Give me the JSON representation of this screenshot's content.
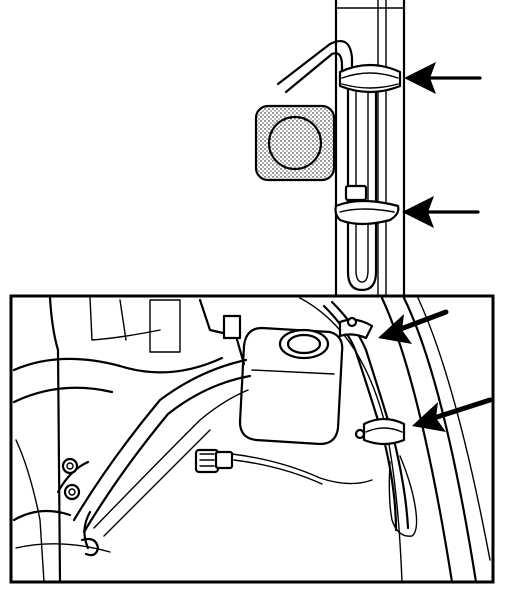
{
  "figure": {
    "description_visible_text": [],
    "colors": {
      "ink": "#000000",
      "paper": "#ffffff",
      "stipple": "#000000"
    },
    "callout_arrows": [
      {
        "panel": "top",
        "target": "upper-clip-on-tube"
      },
      {
        "panel": "top",
        "target": "lower-clip-on-tube"
      },
      {
        "panel": "bottom",
        "target": "upper-hose-clip"
      },
      {
        "panel": "bottom",
        "target": "lower-hose-clip"
      }
    ]
  }
}
